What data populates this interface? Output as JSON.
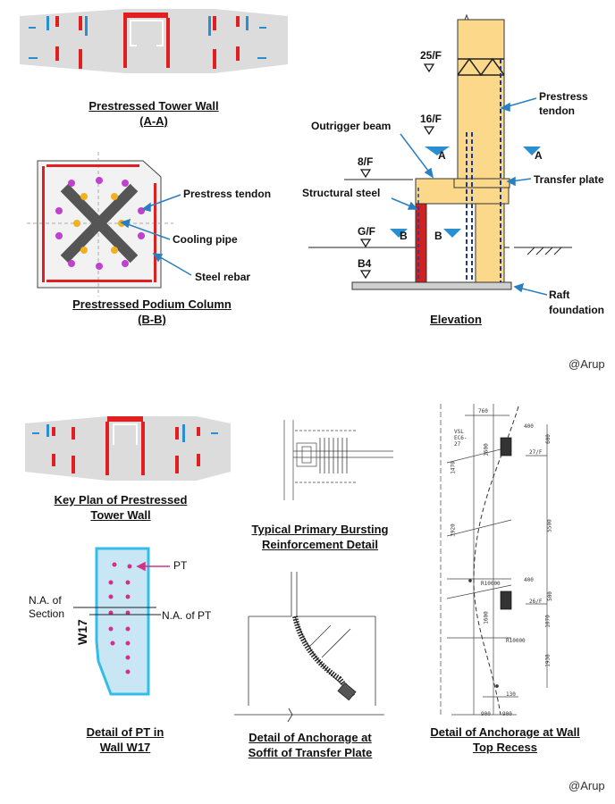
{
  "top": {
    "tower_wall_caption": [
      "Prestressed Tower Wall",
      "(A-A)"
    ],
    "podium_caption": [
      "Prestressed Podium Column",
      "(B-B)"
    ],
    "podium_labels": {
      "tendon": "Prestress tendon",
      "cooling": "Cooling pipe",
      "rebar": "Steel rebar"
    },
    "elevation_caption": "Elevation",
    "levels": [
      "25/F",
      "16/F",
      "8/F",
      "G/F",
      "B4"
    ],
    "section_marks": {
      "a": "A",
      "b": "B"
    },
    "elevation_labels": {
      "prestress_tendon": [
        "Prestress",
        "tendon"
      ],
      "outrigger": "Outrigger beam",
      "transfer_plate": "Transfer plate",
      "structural_steel": "Structural steel",
      "raft": [
        "Raft",
        "foundation"
      ]
    },
    "credit": "@Arup"
  },
  "bottom": {
    "key_plan_caption": [
      "Key Plan of Prestressed",
      "Tower Wall"
    ],
    "bursting_caption": [
      "Typical Primary Bursting",
      "Reinforcement Detail"
    ],
    "pt_detail_caption": [
      "Detail of PT in",
      "Wall W17"
    ],
    "soffit_caption": [
      "Detail of Anchorage at",
      "Soffit of Transfer Plate"
    ],
    "recess_caption": [
      "Detail of Anchorage at Wall",
      "Top Recess"
    ],
    "pt_labels": {
      "pt": "PT",
      "na_section": [
        "N.A. of",
        "Section"
      ],
      "na_pt": "N.A. of PT",
      "wall": "W17"
    },
    "recess_dims": {
      "d760": "760",
      "d400a": "400",
      "vsl": "VSL EC6-27",
      "d27f": "27/F",
      "d1470": "1470",
      "d1600a": "1600",
      "d3920": "3920",
      "d5500": "5500",
      "r10000a": "R10000",
      "d400b": "400",
      "d1600b": "1600",
      "d26f": "26/F",
      "d1070": "1070",
      "r10000b": "R10000",
      "d1938": "1938",
      "d130": "130",
      "d900a": "900",
      "d900b": "900",
      "d600": "600",
      "d500": "500"
    },
    "credit": "@Arup"
  }
}
